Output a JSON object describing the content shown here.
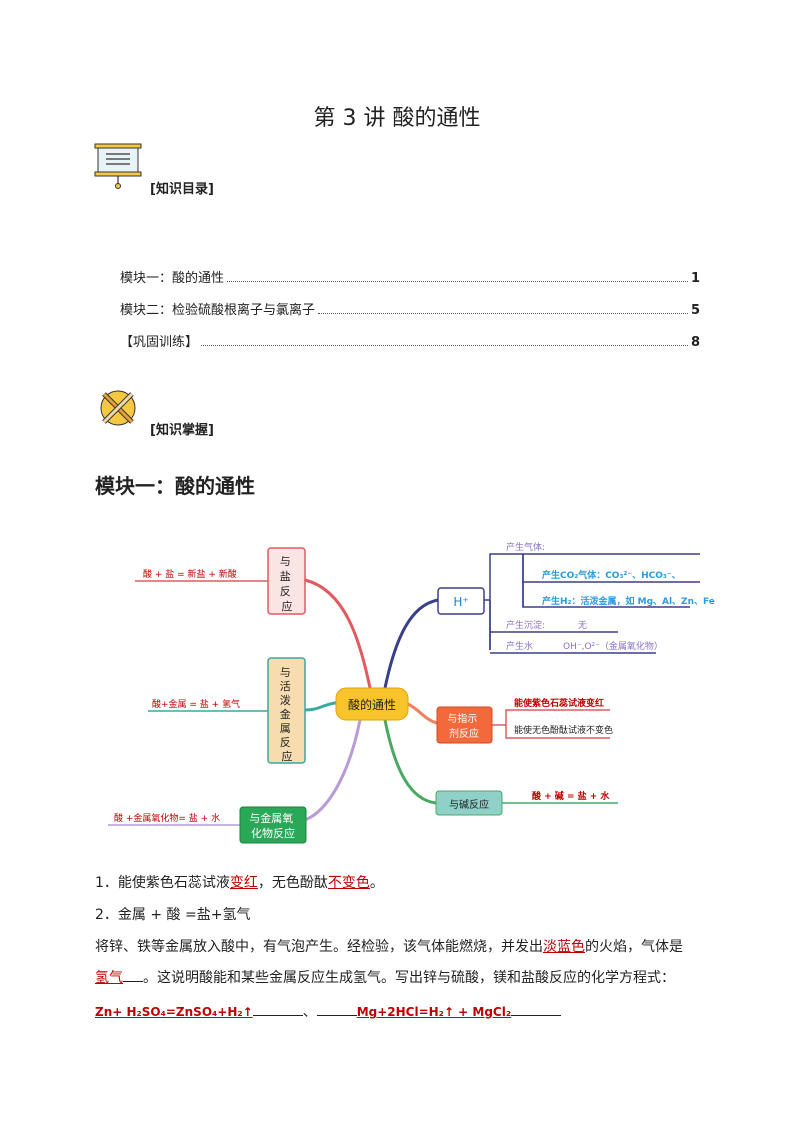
{
  "title": "第 3 讲  酸的通性",
  "toc": {
    "heading": "[知识目录]",
    "items": [
      {
        "label": "模块一：酸的通性",
        "page": "1"
      },
      {
        "label": "模块二：检验硫酸根离子与氯离子",
        "page": "5"
      },
      {
        "label": "【巩固训练】",
        "page": "8"
      }
    ]
  },
  "mastery_heading": "[知识掌握]",
  "module1_title": "模块一：酸的通性",
  "mindmap": {
    "center": "酸的通性",
    "left": [
      {
        "box": [
          "与",
          "盐",
          "反",
          "应"
        ],
        "formula": "酸  +   盐  =  新盐 +  新酸"
      },
      {
        "box": [
          "与",
          "活",
          "泼",
          "金",
          "属",
          "反",
          "应"
        ],
        "formula": "酸+金属 =  盐  +   氢气"
      },
      {
        "box": [
          "与金属氧",
          "化物反应"
        ],
        "formula": "酸  +金属氧化物= 盐 +  水"
      }
    ],
    "h_plus": "H⁺",
    "h_branches": {
      "gas": "产生气体:",
      "co2": "产生CO₂气体：CO₃²⁻、HCO₃⁻、",
      "h2": "产生H₂：活泼金属，如 Mg、Al、Zn、Fe",
      "precip": "产生沉淀:",
      "precip_val": "无",
      "water": "产生水",
      "water_val": "OH⁻,O²⁻（金属氧化物）"
    },
    "indicator": {
      "box": [
        "与指示",
        "剂反应"
      ],
      "items": [
        "能使紫色石蕊试液变红",
        "能使无色酚酞试液不变色"
      ]
    },
    "base": {
      "box": "与碱反应",
      "formula": "酸  + 碱  = 盐  + 水"
    }
  },
  "point1": {
    "prefix": "1．能使紫色石蕊试液",
    "u1": "变红",
    "mid": "，无色酚酞",
    "u2": "不变色",
    "end": "。"
  },
  "point2": {
    "heading": "2．金属 + 酸  =盐+氢气",
    "l1a": "将锌、铁等金属放入酸中，有气泡产生。经检验，该气体能燃烧，并发出",
    "l1u": "淡蓝色",
    "l1b": "的火焰，气体是",
    "l2u": "氢气",
    "l2b": "。这说明酸能和某些金属反应生成氢气。写出锌与硫酸，镁和盐酸反应的化学方程式：",
    "eq1": "Zn+ H₂SO₄=ZnSO₄+H₂↑",
    "sep": "、",
    "eq2": "Mg+2HCl=H₂↑  + MgCl₂"
  }
}
